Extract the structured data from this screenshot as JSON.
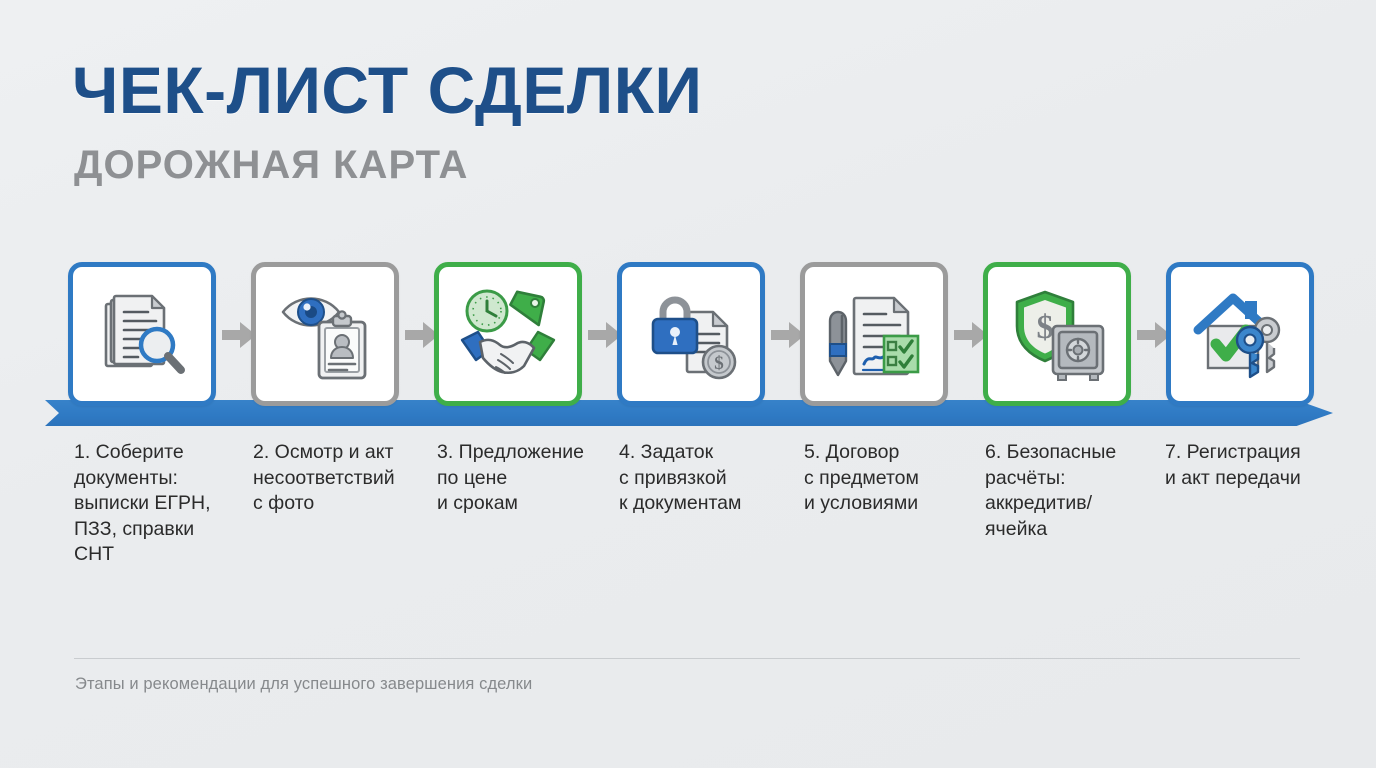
{
  "header": {
    "title": "ЧЕК-ЛИСТ СДЕЛКИ",
    "subtitle": "ДОРОЖНАЯ КАРТА"
  },
  "colors": {
    "title_navy": "#1e4f89",
    "subtitle_gray": "#8e9093",
    "accent_blue": "#2f7ac4",
    "accent_green": "#3fae49",
    "accent_gray": "#9b9b9b",
    "background": "#eceef0",
    "arrow_bar": "#2f7ac4",
    "connector_arrow": "#a8a8a8"
  },
  "timeline": {
    "bar_name": "blue-progress-arrow",
    "direction": "left-to-right"
  },
  "steps": [
    {
      "number": "1.",
      "caption": "1. Соберите\nдокументы:\nвыписки ЕГРН,\nПЗЗ, справки\nСНТ",
      "border_color": "#2f7ac4",
      "border_variant": "blue",
      "icon": "documents-magnifier-icon"
    },
    {
      "number": "2.",
      "caption": "2. Осмотр и акт\nнесоответствий\nс фото",
      "border_color": "#9b9b9b",
      "border_variant": "gray",
      "icon": "eye-clipboard-id-icon"
    },
    {
      "number": "3.",
      "caption": "3. Предложение\nпо цене\nи срокам",
      "border_color": "#3fae49",
      "border_variant": "green",
      "icon": "handshake-clock-pricetag-icon"
    },
    {
      "number": "4.",
      "caption": "4. Задаток\nс привязкой\nк документам",
      "border_color": "#2f7ac4",
      "border_variant": "blue",
      "icon": "padlock-document-coin-icon"
    },
    {
      "number": "5.",
      "caption": "5. Договор\nс предметом\nи условиями",
      "border_color": "#9b9b9b",
      "border_variant": "gray",
      "icon": "pen-contract-checklist-icon"
    },
    {
      "number": "6.",
      "caption": "6. Безопасные\nрасчёты:\nаккредитив/\nячейка",
      "border_color": "#3fae49",
      "border_variant": "green",
      "icon": "shield-dollar-safe-icon"
    },
    {
      "number": "7.",
      "caption": "7. Регистрация\nи акт передачи",
      "border_color": "#2f7ac4",
      "border_variant": "blue",
      "icon": "house-check-keys-icon"
    }
  ],
  "footer": {
    "note": "Этапы и рекомендации для успешного завершения сделки"
  }
}
